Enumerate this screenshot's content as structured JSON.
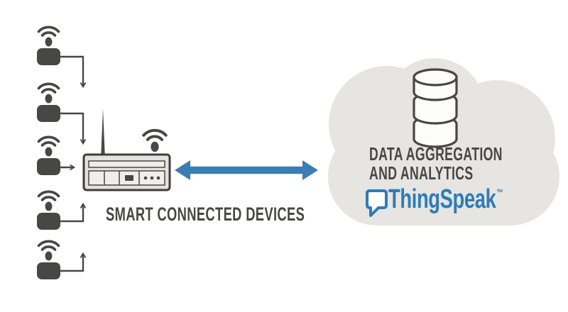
{
  "diagram": {
    "left_group": {
      "caption": "SMART CONNECTED DEVICES",
      "sensor_count": 5
    },
    "cloud": {
      "line1": "DATA AGGREGATION",
      "line2": "AND ANALYTICS",
      "logo": {
        "text": "ThingSpeak",
        "tm": "™"
      }
    },
    "icons": [
      "wifi-signal-icon",
      "sensor-device-icon",
      "router-icon",
      "antenna-icon",
      "bidirectional-arrow-icon",
      "cloud-icon",
      "database-icon",
      "speech-bubble-icon"
    ]
  },
  "colors": {
    "dark": "#474745",
    "router_border": "#3E3E3C",
    "arrow_blue": "#3B7EB5",
    "logo_blue": "#2D7CB8",
    "cloud_fill": "#E6E5E1",
    "router_fill": "#E4E2DD",
    "panel_fill": "#F0EEE9",
    "db_fill": "#FDFDFC"
  }
}
